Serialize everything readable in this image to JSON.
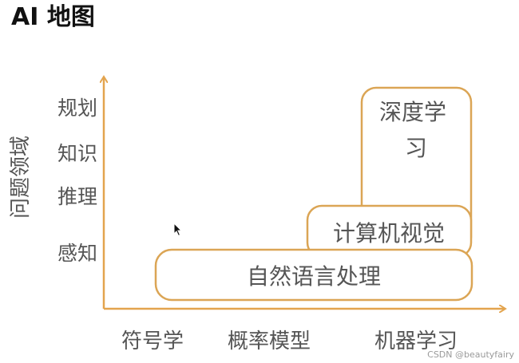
{
  "title": "AI 地图",
  "axes": {
    "y_title": "问题领域",
    "y_levels": [
      "规划",
      "知识",
      "推理",
      "感知"
    ],
    "x_levels": [
      "符号学",
      "概率模型",
      "机器学习"
    ]
  },
  "regions": {
    "deep_learning_line1": "深度学",
    "deep_learning_line2": "习",
    "computer_vision": "计算机视觉",
    "nlp": "自然语言处理"
  },
  "colors": {
    "axis": "#e3a44e",
    "box": "#dba555",
    "text": "#555555"
  },
  "watermark": "CSDN @beautyfairy"
}
